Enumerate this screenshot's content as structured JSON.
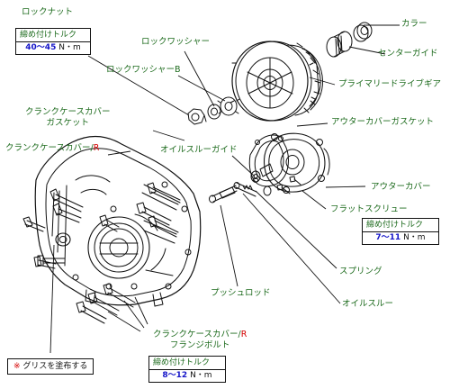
{
  "labels": {
    "lock_nut": "ロックナット",
    "lock_washer": "ロックワッシャー",
    "lock_washer_b": "ロックワッシャーB",
    "collar": "カラー",
    "center_guide": "センターガイド",
    "primary_drive_gear": "プライマリードライブギア",
    "outer_cover_gasket": "アウターカバーガスケット",
    "crankcase_cover_gasket_line1": "クランクケースカバー",
    "crankcase_cover_gasket_line2": "ガスケット",
    "crankcase_cover_r": "クランクケースカバー/",
    "crankcase_cover_r_mark": "R",
    "oil_through_guide": "オイルスルーガイド",
    "outer_cover": "アウターカバー",
    "flat_screw": "フラットスクリュー",
    "spring": "スプリング",
    "push_rod": "プッシュロッド",
    "oil_through": "オイルスルー",
    "flange_bolt_line1": "クランクケースカバー/",
    "flange_bolt_line1_mark": "R",
    "flange_bolt_line2": "フランジボルト"
  },
  "torque": {
    "header": "締め付けトルク",
    "lock_nut_value": "40～45",
    "flat_screw_value": "7～11",
    "flange_bolt_value": "8～12",
    "unit": "N・m"
  },
  "note": {
    "mark": "※",
    "text": "グリスを塗布する"
  },
  "colors": {
    "label_green": "#1d6b1d",
    "value_blue": "#1515c8",
    "mark_red": "#d40000",
    "line": "#111111"
  }
}
